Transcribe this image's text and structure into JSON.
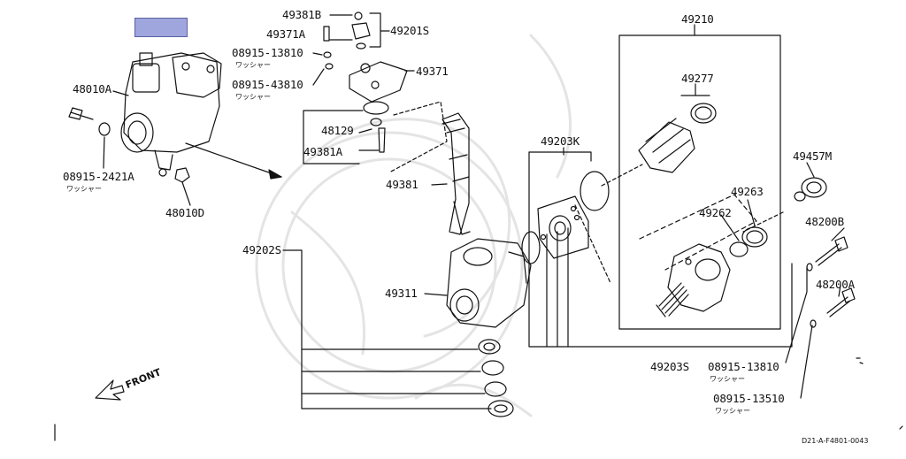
{
  "diagram": {
    "highlight_color": "#9fa6dd",
    "labels": {
      "p49381B": "49381B",
      "p49201S": "49201S",
      "p49371A": "49371A",
      "p08915_13810_top": "08915-13810",
      "p08915_43810": "08915-43810",
      "p49371": "49371",
      "p48010A": "48010A",
      "p48129": "48129",
      "p49381A": "49381A",
      "p08915_2421A": "08915-2421A",
      "p48010D": "48010D",
      "p49381": "49381",
      "p49202S": "49202S",
      "p49311": "49311",
      "p49203K": "49203K",
      "p49210": "49210",
      "p49277": "49277",
      "p49263": "49263",
      "p49262": "49262",
      "p49457M": "49457M",
      "p48200B": "48200B",
      "p48200A": "48200A",
      "p49203S": "49203S",
      "p08915_13810_bot": "08915-13810",
      "p08915_13510": "08915-13510"
    },
    "washer_text": "ワッシャー",
    "front_text": "FRONT",
    "drawing_code": "D21-A-F4801-0043"
  }
}
